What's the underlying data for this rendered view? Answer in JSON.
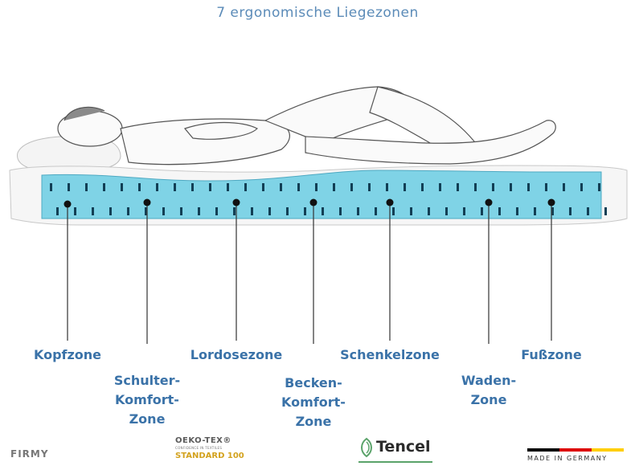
{
  "header": {
    "title": "7 ergonomische Liegezonen"
  },
  "colors": {
    "accent": "#3a72a8",
    "core": "#7fd3e6",
    "marker": "#111111"
  },
  "zones": [
    {
      "id": "kopfzone",
      "lines": [
        "Kopfzone"
      ]
    },
    {
      "id": "schulter",
      "lines": [
        "Schulter-",
        "Komfort-",
        "Zone"
      ]
    },
    {
      "id": "lordose",
      "lines": [
        "Lordosezone"
      ]
    },
    {
      "id": "becken",
      "lines": [
        "Becken-",
        "Komfort-",
        "Zone"
      ]
    },
    {
      "id": "schenkel",
      "lines": [
        "Schenkelzone"
      ]
    },
    {
      "id": "waden",
      "lines": [
        "Waden-",
        "Zone"
      ]
    },
    {
      "id": "fuss",
      "lines": [
        "Fußzone"
      ]
    }
  ],
  "footer": {
    "brand": "FIRMY",
    "oeko": {
      "line1": "OEKO-TEX®",
      "line2": "CONFIDENCE IN TEXTILES",
      "line3": "STANDARD 100"
    },
    "tencel": "Tencel",
    "made_in": "MADE IN GERMANY",
    "flag_colors": [
      "#000000",
      "#dd0000",
      "#ffce00"
    ]
  }
}
